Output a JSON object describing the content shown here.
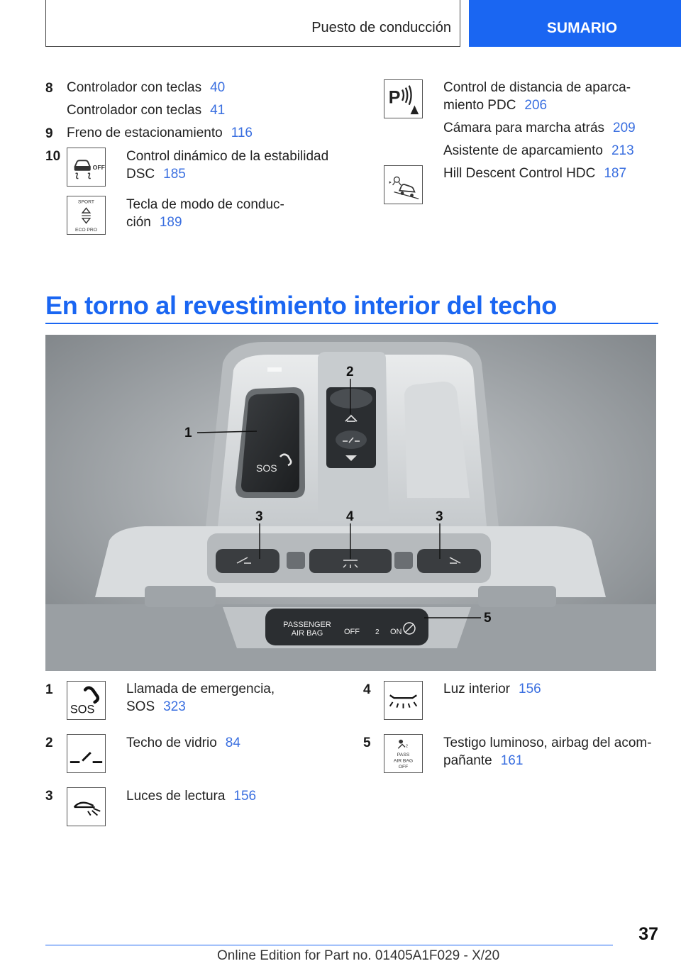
{
  "header": {
    "section_title": "Puesto de conducción",
    "tab_label": "SUMARIO"
  },
  "top_list": {
    "left": [
      {
        "num": "8",
        "text": "Controlador con teclas",
        "ref": "40"
      },
      {
        "num": "",
        "text": "Controlador con teclas",
        "ref": "41"
      },
      {
        "num": "9",
        "text": "Freno de estacionamiento",
        "ref": "116"
      },
      {
        "num": "10",
        "line1": "Control dinámico de la estabilidad",
        "line2": "DSC",
        "ref": "185",
        "icon": "dsc-off-icon"
      },
      {
        "num": "",
        "line1": "Tecla de modo de conduc-",
        "line2": "ción",
        "ref": "189",
        "icon": "sport-eco-pro-icon",
        "icon_text_top": "SPORT",
        "icon_text_bottom": "ECO PRO"
      }
    ],
    "right": [
      {
        "line1": "Control de distancia de aparca-",
        "line2": "miento PDC",
        "ref": "206",
        "icon": "pdc-icon"
      },
      {
        "text": "Cámara para marcha atrás",
        "ref": "209"
      },
      {
        "text": "Asistente de aparcamiento",
        "ref": "213"
      },
      {
        "text": "Hill Descent Control HDC",
        "ref": "187",
        "icon": "hdc-icon"
      }
    ]
  },
  "section": {
    "title": "En torno al revestimiento interior del techo"
  },
  "photo": {
    "callouts": [
      "1",
      "2",
      "3",
      "4",
      "3",
      "5"
    ],
    "sos_label": "SOS",
    "airbag_panel": {
      "line1": "PASSENGER",
      "line2": "AIR BAG",
      "off": "OFF",
      "two": "2",
      "on": "ON"
    }
  },
  "legend": {
    "left": [
      {
        "num": "1",
        "line1": "Llamada de emergencia,",
        "line2": "SOS",
        "ref": "323",
        "icon": "sos-call-icon",
        "icon_text": "SOS"
      },
      {
        "num": "2",
        "text": "Techo de vidrio",
        "ref": "84",
        "icon": "glass-roof-icon"
      },
      {
        "num": "3",
        "text": "Luces de lectura",
        "ref": "156",
        "icon": "reading-light-icon"
      }
    ],
    "right": [
      {
        "num": "4",
        "text": "Luz interior",
        "ref": "156",
        "icon": "interior-light-icon"
      },
      {
        "num": "5",
        "line1": "Testigo luminoso, airbag del acom-",
        "line2": "pañante",
        "ref": "161",
        "icon": "passenger-airbag-off-icon",
        "icon_text": [
          "PASS",
          "AIR BAG",
          "OFF"
        ]
      }
    ]
  },
  "footer": {
    "page_number": "37",
    "edition_text": "Online Edition for Part no. 01405A1F029 - X/20"
  }
}
